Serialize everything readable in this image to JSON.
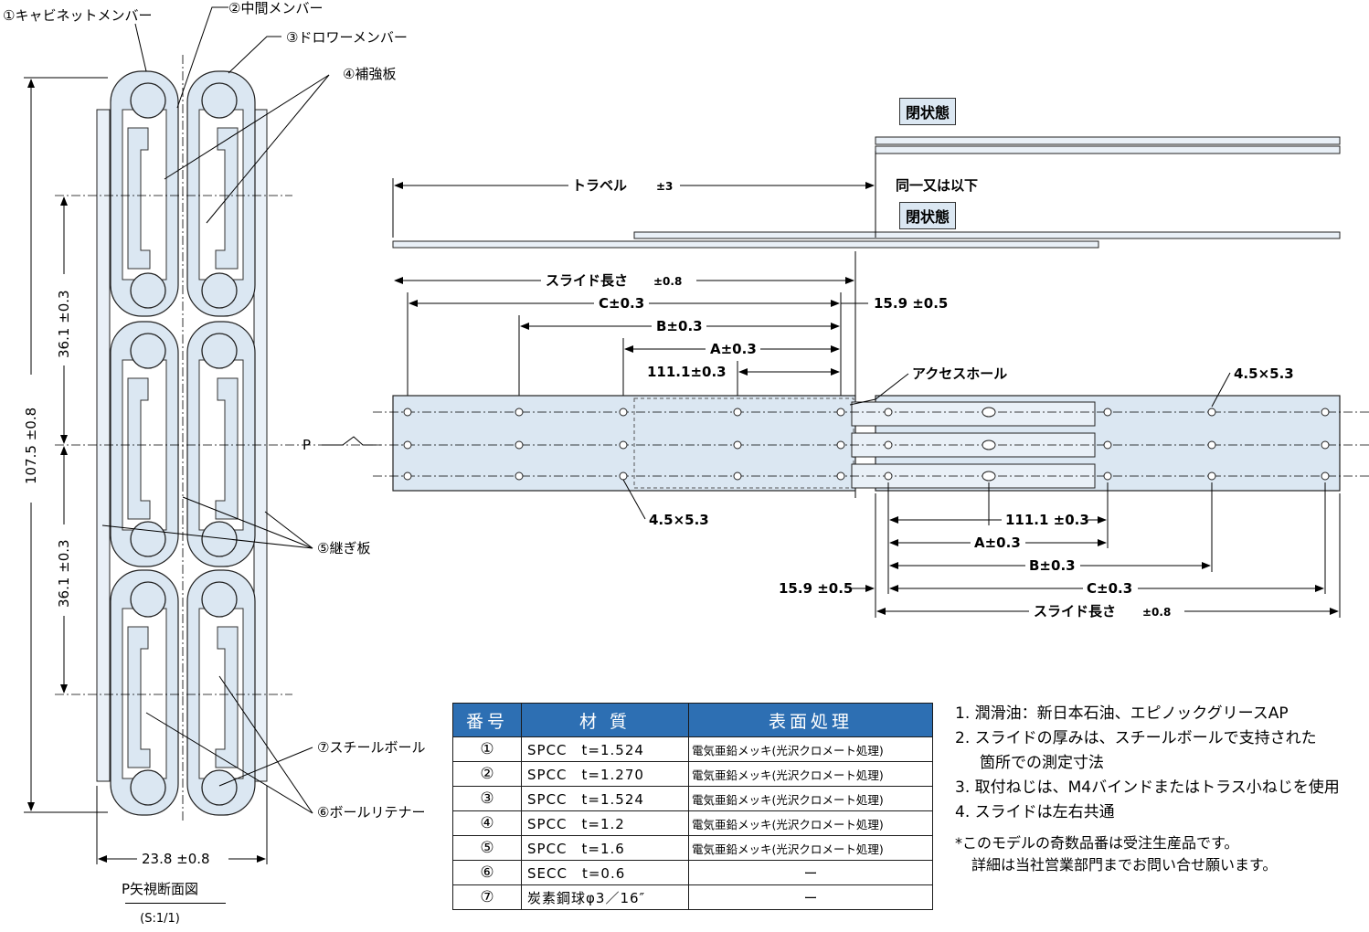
{
  "section_view": {
    "part_labels": [
      "①キャビネットメンバー",
      "②中間メンバー",
      "③ドロワーメンバー",
      "④補強板",
      "⑤継ぎ板",
      "⑥ボールリテナー",
      "⑦スチールボール"
    ],
    "dims": {
      "height": "107.5 ±0.8",
      "pitch_upper": "36.1 ±0.3",
      "pitch_lower": "36.1 ±0.3",
      "width": "23.8 ±0.8"
    },
    "title": "P矢視断面図",
    "scale": "(S:1/1)",
    "view_marker": "P"
  },
  "side_view": {
    "closed_state_top": "閉状態",
    "closed_state_mid": "閉状態",
    "travel": "トラベル",
    "travel_tol": "±3",
    "same_or_less": "同一又は以下",
    "slide_length_top": "スライド長さ",
    "slide_length_top_tol": "±0.8",
    "c_dim_top": "C±0.3",
    "offset_top": "15.9 ±0.5",
    "b_dim_top": "B±0.3",
    "a_dim_top": "A±0.3",
    "pitch_top": "111.1±0.3",
    "access_hole": "アクセスホール",
    "slot_top_right": "4.5×5.3",
    "slot_bottom_left": "4.5×5.3",
    "pitch_bottom": "111.1 ±0.3",
    "a_dim_bottom": "A±0.3",
    "b_dim_bottom": "B±0.3",
    "offset_bottom": "15.9 ±0.5",
    "c_dim_bottom": "C±0.3",
    "slide_length_bottom": "スライド長さ",
    "slide_length_bottom_tol": "±0.8"
  },
  "spec_table": {
    "headers": [
      "番号",
      "材 質",
      "表面処理"
    ],
    "rows": [
      {
        "no": "①",
        "material": "SPCC　t=1.524",
        "finish": "電気亜鉛メッキ(光沢クロメート処理)"
      },
      {
        "no": "②",
        "material": "SPCC　t=1.270",
        "finish": "電気亜鉛メッキ(光沢クロメート処理)"
      },
      {
        "no": "③",
        "material": "SPCC　t=1.524",
        "finish": "電気亜鉛メッキ(光沢クロメート処理)"
      },
      {
        "no": "④",
        "material": "SPCC　t=1.2",
        "finish": "電気亜鉛メッキ(光沢クロメート処理)"
      },
      {
        "no": "⑤",
        "material": "SPCC　t=1.6",
        "finish": "電気亜鉛メッキ(光沢クロメート処理)"
      },
      {
        "no": "⑥",
        "material": "SECC　t=0.6",
        "finish": "ー"
      },
      {
        "no": "⑦",
        "material": "炭素鋼球φ3／16″",
        "finish": "ー"
      }
    ]
  },
  "notes": {
    "n1": "1. 潤滑油：新日本石油、エピノックグリースAP",
    "n2": "2. スライドの厚みは、スチールボールで支持された",
    "n2b": "箇所での測定寸法",
    "n3": "3. 取付ねじは、M4バインドまたはトラス小ねじを使用",
    "n4": "4. スライドは左右共通",
    "star1": "*このモデルの奇数品番は受注生産品です。",
    "star2": "詳細は当社営業部門までお問い合せ願います。"
  }
}
